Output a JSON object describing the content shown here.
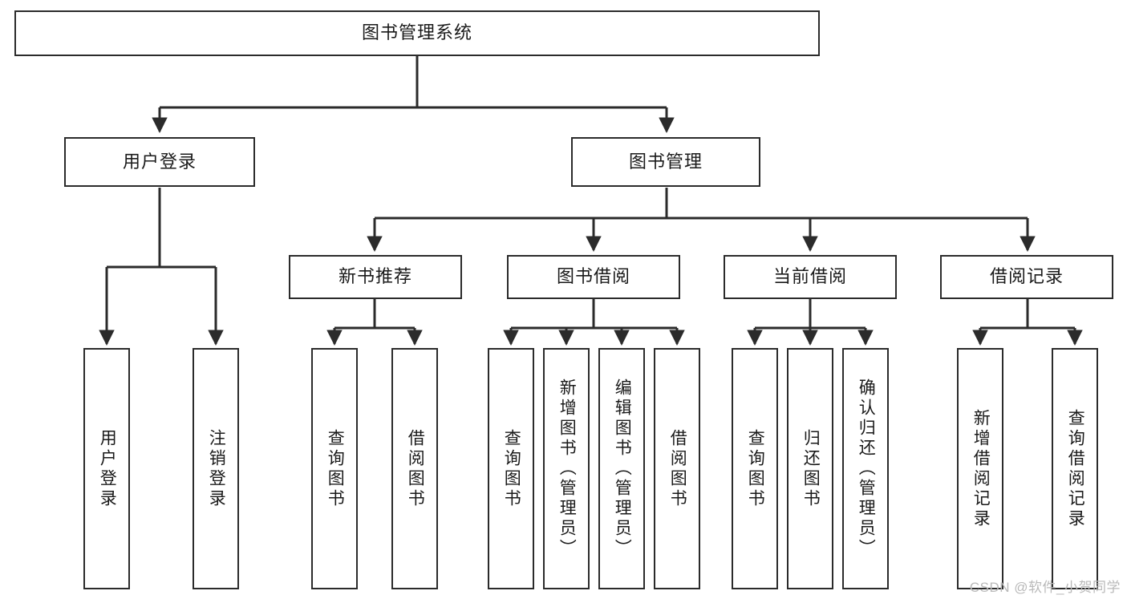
{
  "diagram": {
    "type": "tree",
    "title": "图书管理系统",
    "watermark": "CSDN @软件_小贺同学",
    "colors": {
      "background": "#ffffff",
      "stroke": "#2b2b2b",
      "text": "#1a1a1a",
      "watermark": "#b9b9b9"
    },
    "nodes": {
      "root": "图书管理系统",
      "level2": [
        "用户登录",
        "图书管理"
      ],
      "level3": [
        "新书推荐",
        "图书借阅",
        "当前借阅",
        "借阅记录"
      ],
      "leaves": {
        "user_login": [
          "用户登录",
          "注销登录"
        ],
        "new_book_recommend": [
          "查询图书",
          "借阅图书"
        ],
        "book_borrow": [
          "查询图书",
          "新增图书（管理员）",
          "编辑图书（管理员）",
          "借阅图书"
        ],
        "current_borrow": [
          "查询图书",
          "归还图书",
          "确认归还（管理员）"
        ],
        "borrow_record": [
          "新增借阅记录",
          "查询借阅记录"
        ]
      }
    }
  }
}
